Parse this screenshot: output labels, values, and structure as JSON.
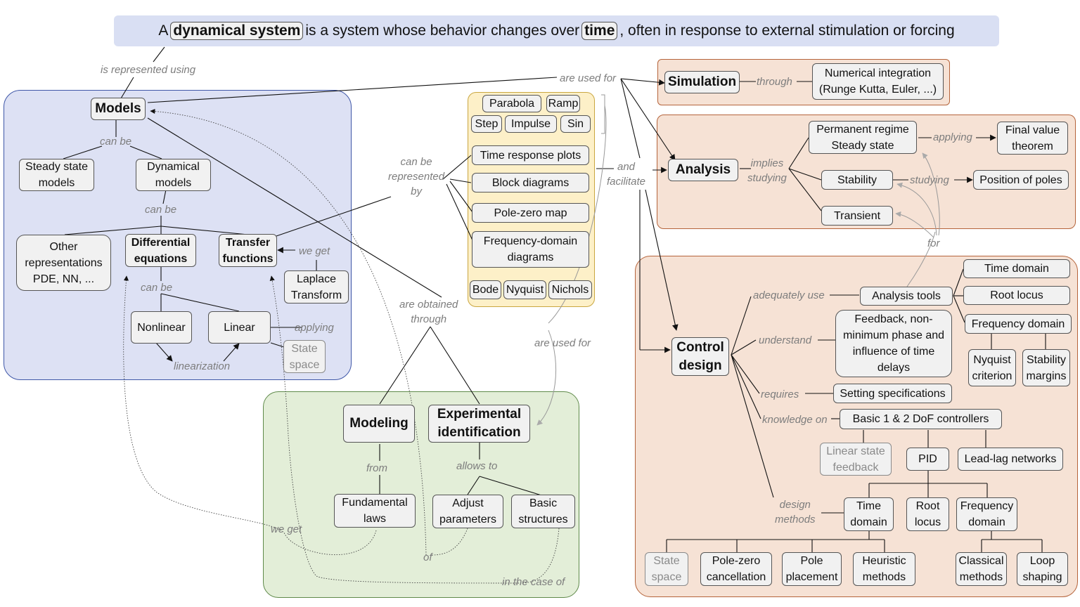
{
  "banner": {
    "prefix": "A",
    "term1": "dynamical system",
    "middle": "is a system whose behavior changes over",
    "term2": "time",
    "suffix": ", often in response to external stimulation or forcing"
  },
  "labels": {
    "is_represented_using": "is represented using",
    "can_be_1": "can be",
    "can_be_2": "can be",
    "can_be_3": "can be",
    "we_get_1": "we get",
    "applying_1": "applying",
    "linearization": "linearization",
    "can_be_represented_by": "can be\nrepresented\nby",
    "are_obtained_through": "are obtained\nthrough",
    "are_used_for_top": "are used for",
    "are_used_for_mid": "are used for",
    "through": "through",
    "and_facilitate": "and\nfacilitate",
    "implies_studying": "implies\nstudying",
    "applying_2": "applying",
    "studying": "studying",
    "for": "for",
    "adequately_use": "adequately use",
    "understand": "understand",
    "requires": "requires",
    "knowledge_on": "knowledge on",
    "design_methods": "design\nmethods",
    "from": "from",
    "allows_to": "allows to",
    "we_get_2": "we get",
    "of": "of",
    "in_the_case_of": "in the case of"
  },
  "nodes": {
    "models": "Models",
    "steady_state_models": "Steady state\nmodels",
    "dynamical_models": "Dynamical\nmodels",
    "other_repr": "Other\nrepresentations\nPDE, NN, ...",
    "diff_eq": "Differential\nequations",
    "transfer_fn": "Transfer\nfunctions",
    "laplace": "Laplace\nTransform",
    "nonlinear": "Nonlinear",
    "linear": "Linear",
    "state_space_1": "State\nspace",
    "parabola": "Parabola",
    "ramp": "Ramp",
    "step": "Step",
    "impulse": "Impulse",
    "sin": "Sin",
    "time_response_plots": "Time response plots",
    "block_diagrams": "Block diagrams",
    "pole_zero_map": "Pole-zero map",
    "freq_domain_diagrams": "Frequency-domain\ndiagrams",
    "bode": "Bode",
    "nyquist": "Nyquist",
    "nichols": "Nichols",
    "simulation": "Simulation",
    "numerical_integration": "Numerical integration\n(Runge Kutta, Euler, ...)",
    "analysis": "Analysis",
    "permanent_regime": "Permanent regime\nSteady state",
    "final_value_theorem": "Final value\ntheorem",
    "stability": "Stability",
    "position_of_poles": "Position of poles",
    "transient": "Transient",
    "control_design": "Control\ndesign",
    "analysis_tools": "Analysis tools",
    "time_domain_1": "Time domain",
    "root_locus_1": "Root locus",
    "frequency_domain_1": "Frequency domain",
    "nyquist_criterion": "Nyquist\ncriterion",
    "stability_margins": "Stability\nmargins",
    "feedback_nmp": "Feedback, non-\nminimum phase and\ninfluence of time\ndelays",
    "setting_specs": "Setting specifications",
    "basic_controllers": "Basic 1 & 2 DoF controllers",
    "linear_state_feedback": "Linear state\nfeedback",
    "pid": "PID",
    "lead_lag": "Lead-lag networks",
    "time_domain_2": "Time\ndomain",
    "root_locus_2": "Root\nlocus",
    "frequency_domain_2": "Frequency\ndomain",
    "state_space_2": "State\nspace",
    "pole_zero_cancellation": "Pole-zero\ncancellation",
    "pole_placement": "Pole\nplacement",
    "heuristic_methods": "Heuristic\nmethods",
    "classical_methods": "Classical\nmethods",
    "loop_shaping": "Loop\nshaping",
    "modeling": "Modeling",
    "experimental_identification": "Experimental\nidentification",
    "fundamental_laws": "Fundamental\nlaws",
    "adjust_parameters": "Adjust\nparameters",
    "basic_structures": "Basic\nstructures"
  },
  "colors": {
    "banner": "#d9dff3",
    "models_region": "#dde1f4",
    "models_border": "#3f57a8",
    "signals_region": "#fdf0c8",
    "signals_border": "#c9a640",
    "simulation_region": "#f6e2d5",
    "analysis_region": "#f6e2d5",
    "control_region": "#f6e2d5",
    "orange_border": "#b5643b",
    "modeling_region": "#e3eed8",
    "modeling_border": "#5f8a4a"
  }
}
